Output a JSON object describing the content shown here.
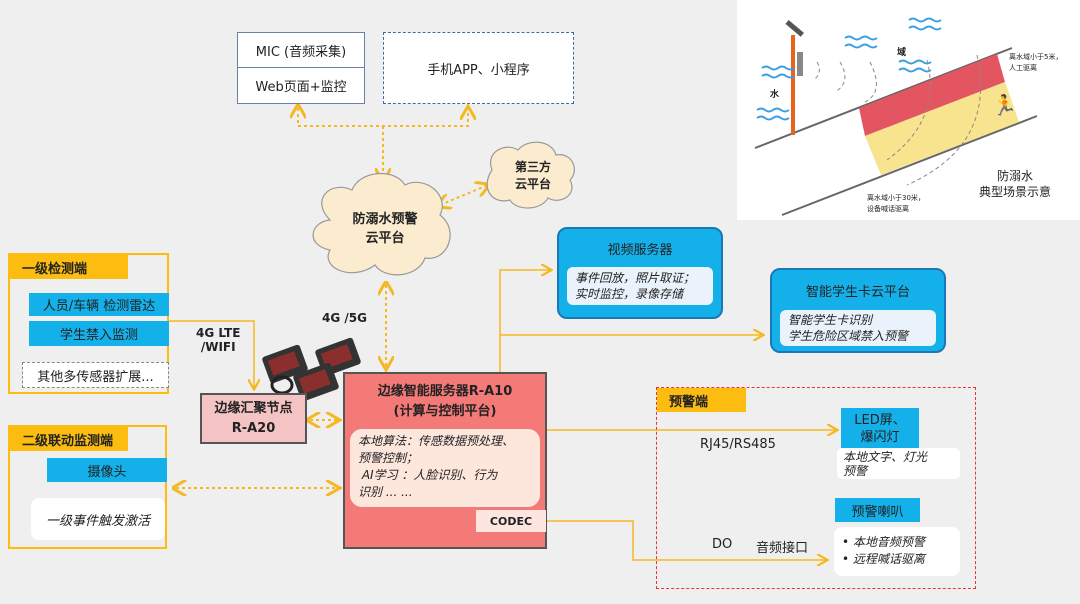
{
  "top": {
    "mic": "MIC (音频采集)",
    "web": "Web页面+监控",
    "app": "手机APP、小程序"
  },
  "clouds": {
    "main": [
      "防溺水预警",
      "云平台"
    ],
    "third": [
      "第三方",
      "云平台"
    ]
  },
  "links": {
    "g45": "4G /5G",
    "lte": [
      "4G LTE",
      "/WIFI"
    ],
    "rj": "RJ45/RS485",
    "do": "DO",
    "audio": "音频接口"
  },
  "video": {
    "title": "视频服务器",
    "desc": [
      "事件回放，照片取证；",
      "实时监控，录像存储"
    ]
  },
  "card": {
    "title": "智能学生卡云平台",
    "desc": [
      "智能学生卡识别",
      "学生危险区域禁入预警"
    ]
  },
  "level1": {
    "title": "一级检测端",
    "items": [
      "人员/车辆 检测雷达",
      "学生禁入监测",
      "其他多传感器扩展..."
    ]
  },
  "level2": {
    "title": "二级联动监测端",
    "camera": "摄像头",
    "trigger": "一级事件触发激活"
  },
  "edge": {
    "title": "边缘汇聚节点",
    "model": "R-A20"
  },
  "server": {
    "title": "边缘智能服务器R-A10",
    "subtitle": "(计算与控制平台)",
    "desc": [
      "本地算法：传感数据预处理、",
      "预警控制；",
      " AI学习 ：人脸识别、行为",
      "识别 ... ..."
    ],
    "codec": "CODEC"
  },
  "alert": {
    "title": "预警端",
    "led": [
      "LED屏、",
      "爆闪灯"
    ],
    "led_desc": [
      "本地文字、灯光",
      "预警"
    ],
    "speaker": "预警喇叭",
    "speaker_desc": [
      "本地音频预警",
      "远程喊话驱离"
    ]
  },
  "scene": {
    "water": "水",
    "area": "域",
    "near5": [
      "离水域小于5米，",
      "人工驱离"
    ],
    "near30": [
      "离水域小于30米，",
      "设备喊话驱离"
    ],
    "caption": [
      "防溺水",
      "典型场景示意"
    ]
  },
  "colors": {
    "orange": "#fdbd10",
    "blue": "#14b0ea",
    "server": "#f47a78",
    "edge": "#f4c4c4"
  }
}
